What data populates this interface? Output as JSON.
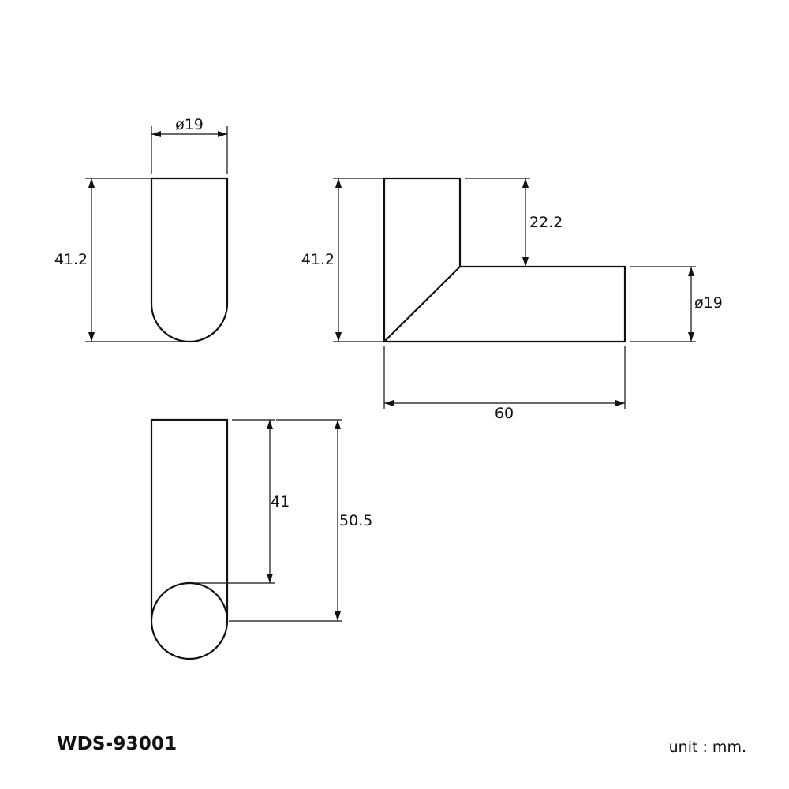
{
  "model_code": "WDS-93001",
  "unit_label": "unit : mm.",
  "views": {
    "front": {
      "width_dim": "ø19",
      "height_dim": "41.2"
    },
    "side": {
      "height_dim": "41.2",
      "upper_dim": "22.2",
      "arm_dim": "ø19",
      "length_dim": "60"
    },
    "top": {
      "inner_dim": "41",
      "total_dim": "50.5"
    }
  }
}
